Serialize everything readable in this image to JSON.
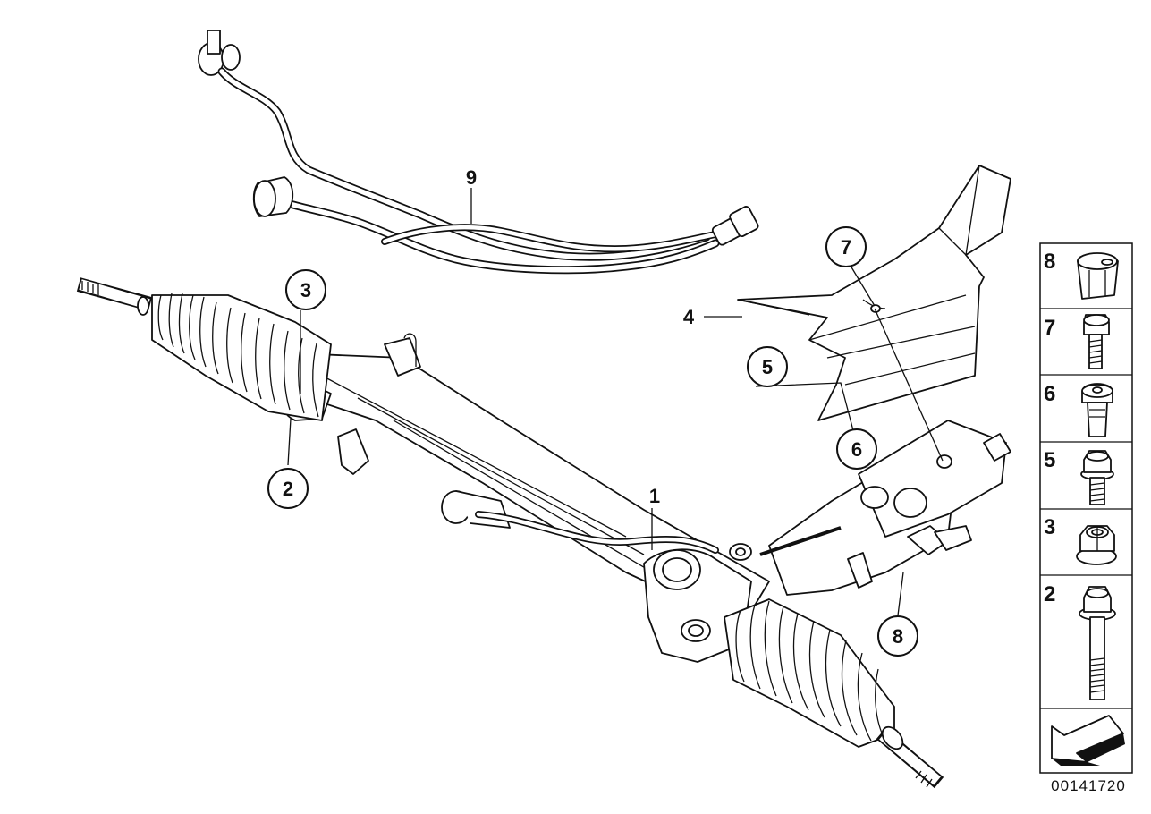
{
  "diagram": {
    "callouts": [
      {
        "id": "c9",
        "label": "9",
        "circled": false
      },
      {
        "id": "c3",
        "label": "3",
        "circled": true
      },
      {
        "id": "c2",
        "label": "2",
        "circled": true
      },
      {
        "id": "c1",
        "label": "1",
        "circled": false
      },
      {
        "id": "c4",
        "label": "4",
        "circled": false
      },
      {
        "id": "c5",
        "label": "5",
        "circled": true
      },
      {
        "id": "c6",
        "label": "6",
        "circled": true
      },
      {
        "id": "c7",
        "label": "7",
        "circled": true
      },
      {
        "id": "c8",
        "label": "8",
        "circled": true
      }
    ],
    "legend": [
      {
        "label": "8",
        "part": "clip-nut"
      },
      {
        "label": "7",
        "part": "bolt-short"
      },
      {
        "label": "6",
        "part": "stud-bolt"
      },
      {
        "label": "5",
        "part": "hex-bolt"
      },
      {
        "label": "3",
        "part": "flange-nut"
      },
      {
        "label": "2",
        "part": "hex-bolt-long"
      }
    ],
    "reference_number": "00141720",
    "parts": [
      "steering-rack",
      "hydraulic-lines",
      "heat-shield",
      "bellows-left",
      "bellows-right"
    ]
  }
}
